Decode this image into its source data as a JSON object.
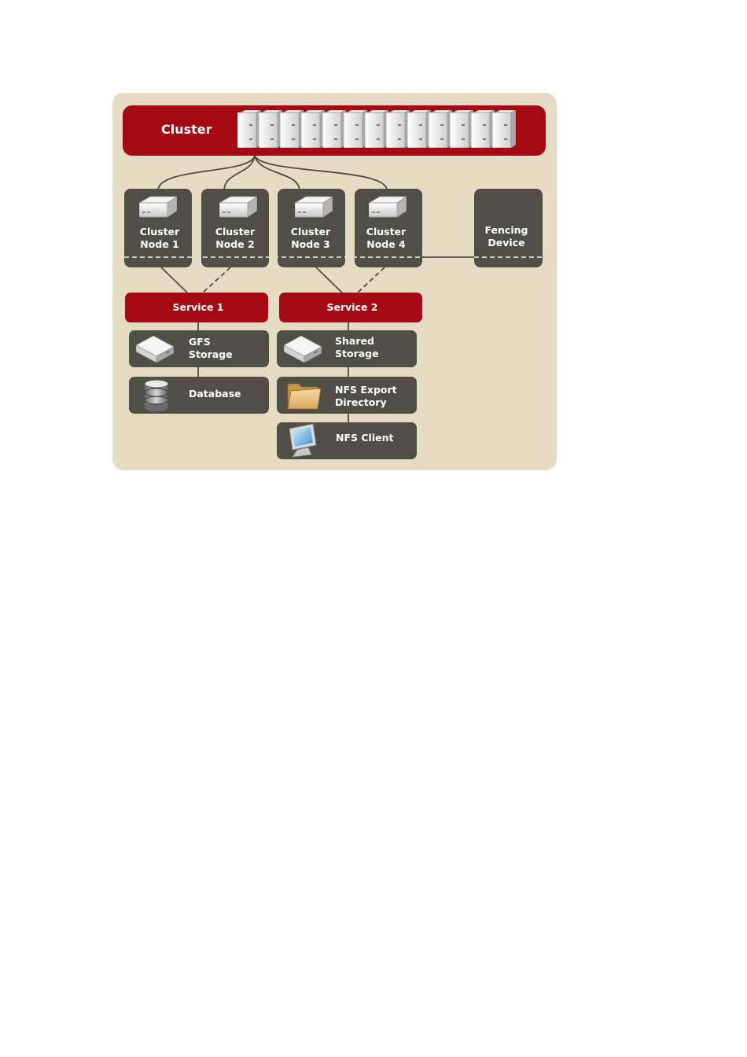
{
  "cluster": {
    "label": "Cluster",
    "server_count": 13
  },
  "nodes": [
    {
      "label": "Cluster\nNode 1"
    },
    {
      "label": "Cluster\nNode 2"
    },
    {
      "label": "Cluster\nNode 3"
    },
    {
      "label": "Cluster\nNode 4"
    }
  ],
  "fencing": {
    "label": "Fencing\nDevice"
  },
  "services": [
    {
      "label": "Service 1"
    },
    {
      "label": "Service 2"
    }
  ],
  "resources": {
    "gfs_storage": {
      "label": "GFS\nStorage",
      "icon": "drive-icon"
    },
    "database": {
      "label": "Database",
      "icon": "database-icon"
    },
    "shared_storage": {
      "label": "Shared\nStorage",
      "icon": "drive-icon"
    },
    "nfs_export": {
      "label": "NFS Export\nDirectory",
      "icon": "folder-icon"
    },
    "nfs_client": {
      "label": "NFS Client",
      "icon": "monitor-icon"
    }
  },
  "colors": {
    "background": "#e6dcc4",
    "red": "#a30a14",
    "dark_box": "#4f4f48",
    "line": "#4c4c44"
  }
}
